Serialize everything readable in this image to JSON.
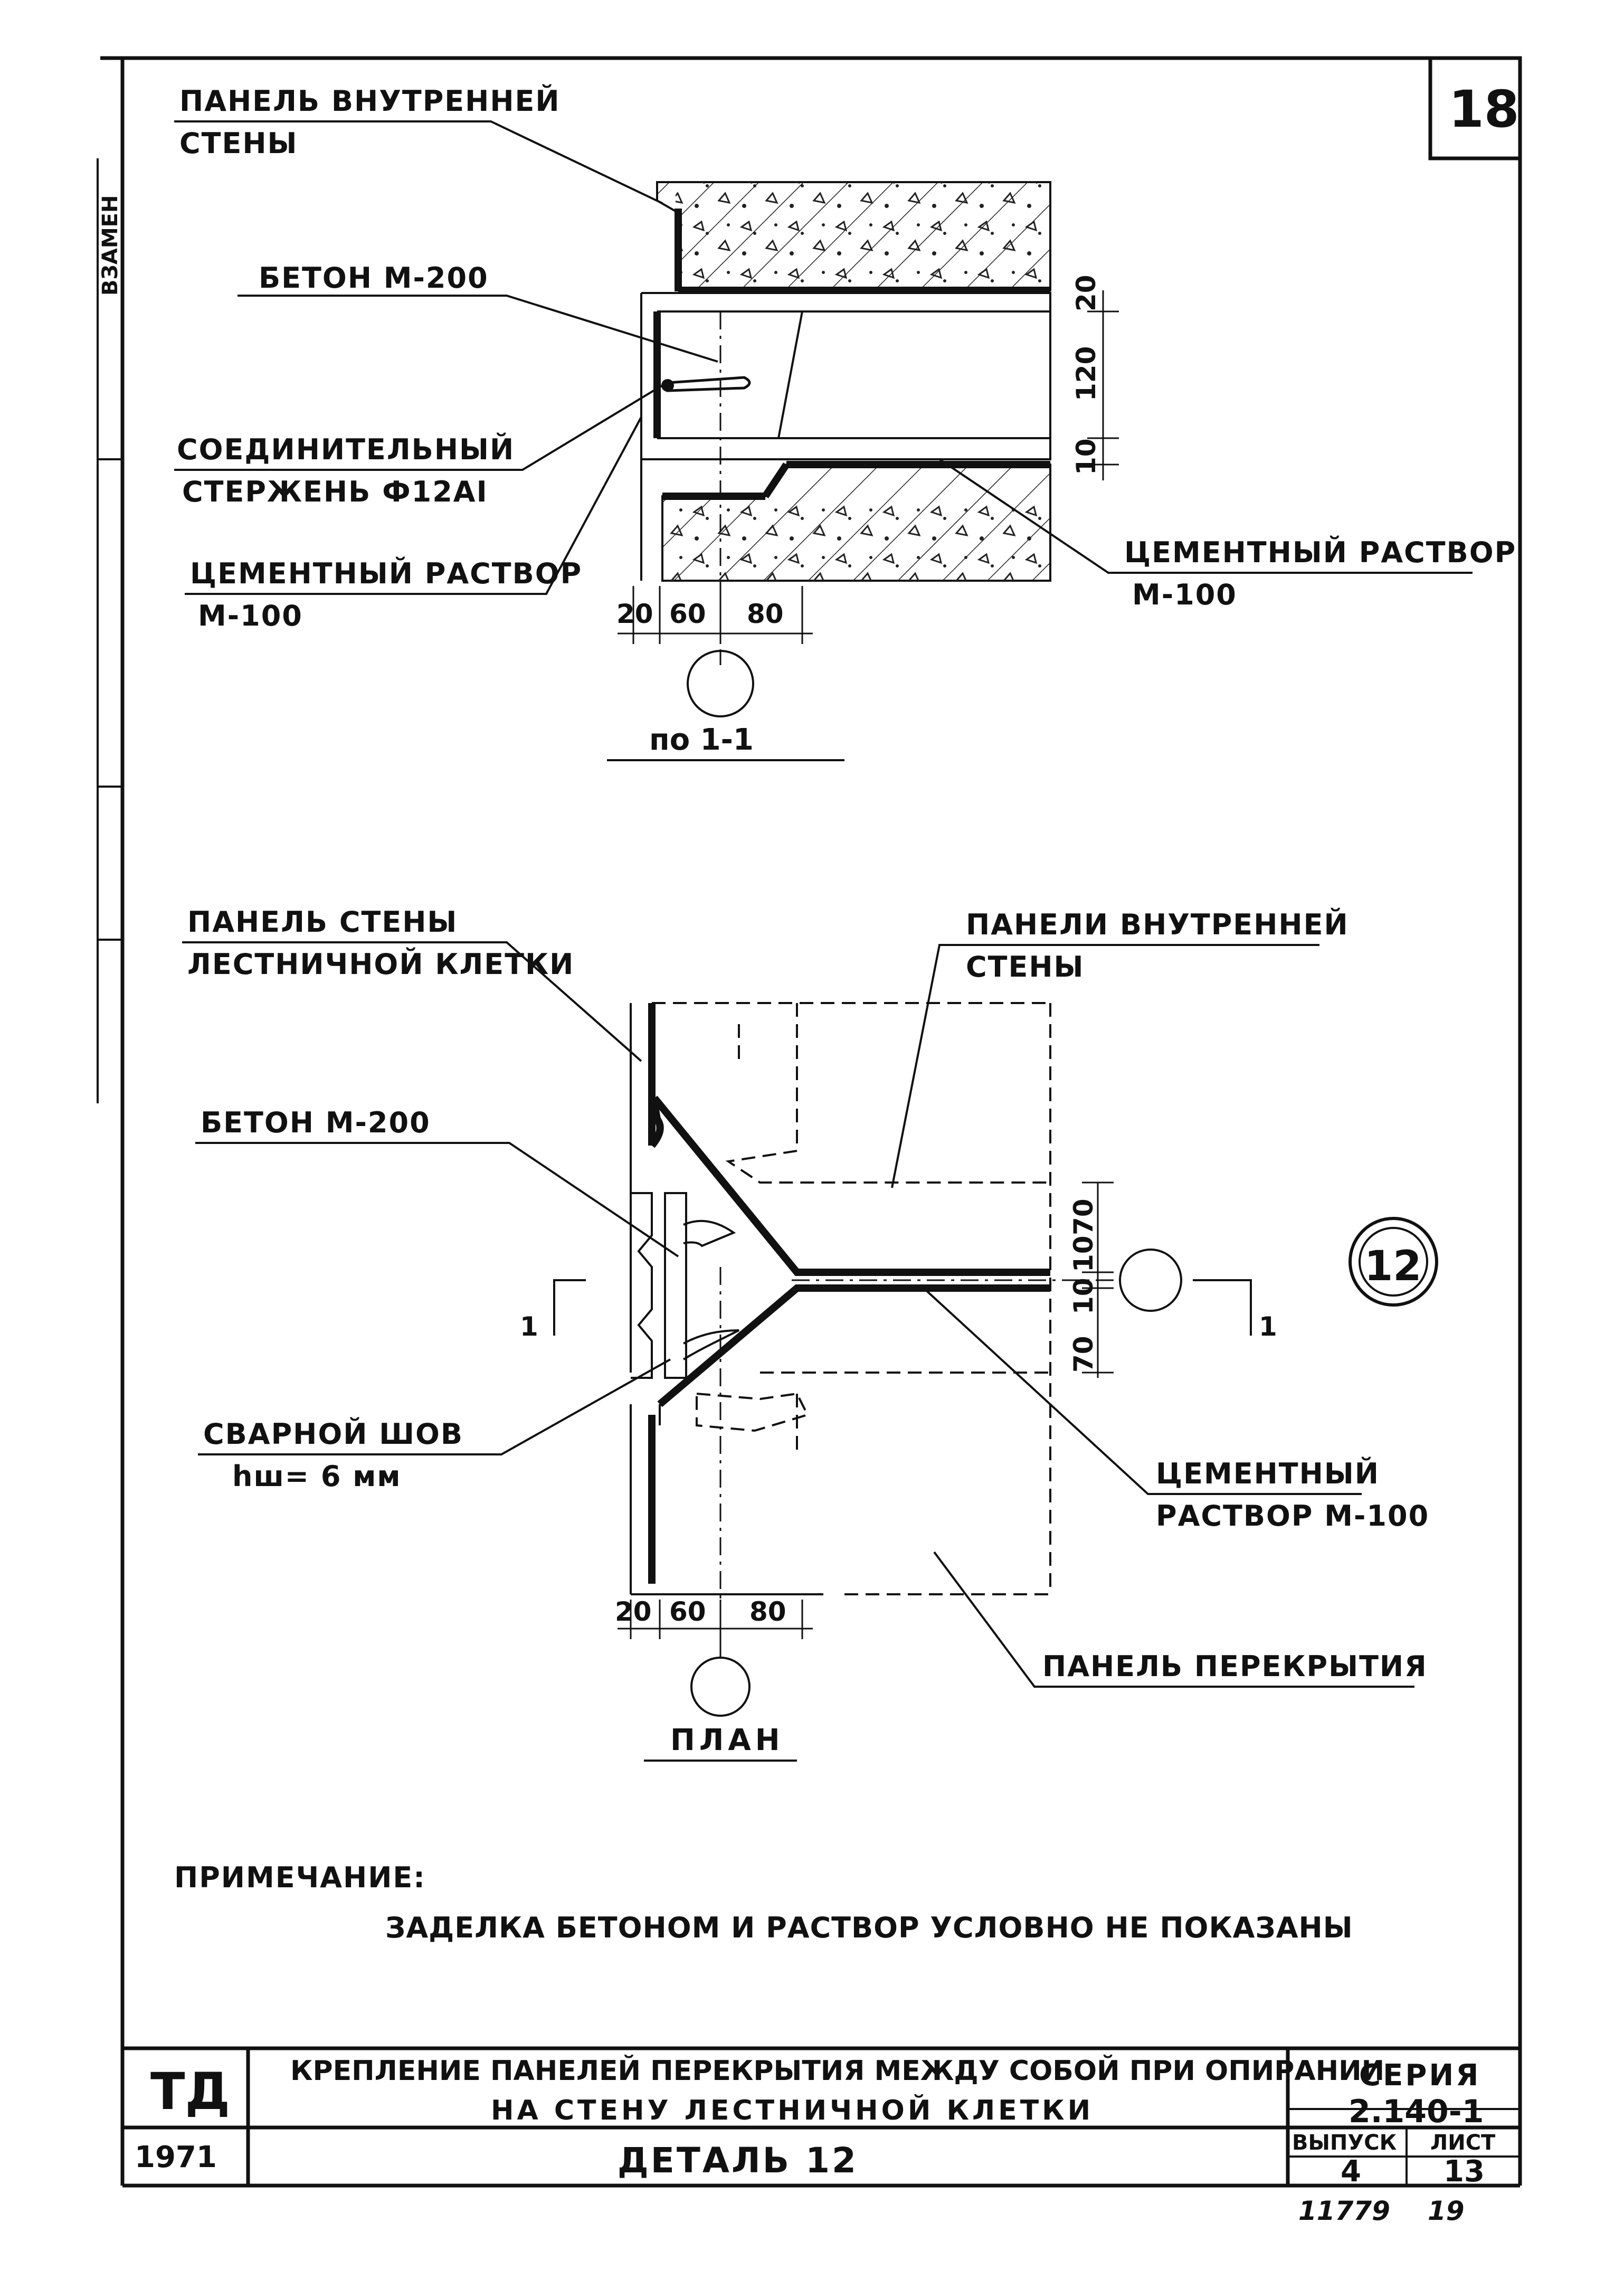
{
  "sheet_number": "18",
  "side_stamp": "ВЗАМЕН",
  "section_view": {
    "label_panel_inner_wall_1": "ПАНЕЛЬ ВНУТРЕННЕЙ",
    "label_panel_inner_wall_2": "СТЕНЫ",
    "label_concrete": "БЕТОН М-200",
    "label_rod_1": "СОЕДИНИТЕЛЬНЫЙ",
    "label_rod_2": "СТЕРЖЕНЬ Ф12АI",
    "label_mortar_left_1": "ЦЕМЕНТНЫЙ РАСТВОР",
    "label_mortar_left_2": "М-100",
    "label_mortar_right_1": "ЦЕМЕНТНЫЙ РАСТВОР",
    "label_mortar_right_2": "М-100",
    "dims_horizontal": [
      "20",
      "60",
      "80"
    ],
    "dims_vertical": [
      "20",
      "120",
      "10"
    ],
    "caption": "по 1-1"
  },
  "plan_view": {
    "label_stair_wall_1": "ПАНЕЛЬ СТЕНЫ",
    "label_stair_wall_2": "ЛЕСТНИЧНОЙ КЛЕТКИ",
    "label_inner_panels_1": "ПАНЕЛИ ВНУТРЕННЕЙ",
    "label_inner_panels_2": "СТЕНЫ",
    "label_concrete": "БЕТОН М-200",
    "label_weld_1": "СВАРНОЙ ШОВ",
    "label_weld_2": "hш= 6 мм",
    "label_mortar_1": "ЦЕМЕНТНЫЙ",
    "label_mortar_2": "РАСТВОР М-100",
    "label_floor_panel": "ПАНЕЛЬ ПЕРЕКРЫТИЯ",
    "dims_horizontal": [
      "20",
      "60",
      "80"
    ],
    "dims_vertical": [
      "70",
      "10",
      "10",
      "70"
    ],
    "section_mark_left": "1",
    "section_mark_right": "1",
    "detail_number": "12",
    "caption": "ПЛАН"
  },
  "notes": {
    "heading": "ПРИМЕЧАНИЕ:",
    "text": "ЗАДЕЛКА БЕТОНОМ И РАСТВОР УСЛОВНО НЕ ПОКАЗАНЫ"
  },
  "title_block": {
    "org": "ТД",
    "year": "1971",
    "title_line1": "КРЕПЛЕНИЕ ПАНЕЛЕЙ ПЕРЕКРЫТИЯ МЕЖДУ СОБОЙ ПРИ ОПИРАНИИ",
    "title_line2": "НА СТЕНУ ЛЕСТНИЧНОЙ КЛЕТКИ",
    "detail": "ДЕТАЛЬ 12",
    "series_label": "СЕРИЯ",
    "series_value": "2.140-1",
    "issue_label": "ВЫПУСК",
    "issue_value": "4",
    "sheet_label": "ЛИСТ",
    "sheet_value": "13",
    "archive_no": "11779",
    "archive_sheet": "19"
  }
}
